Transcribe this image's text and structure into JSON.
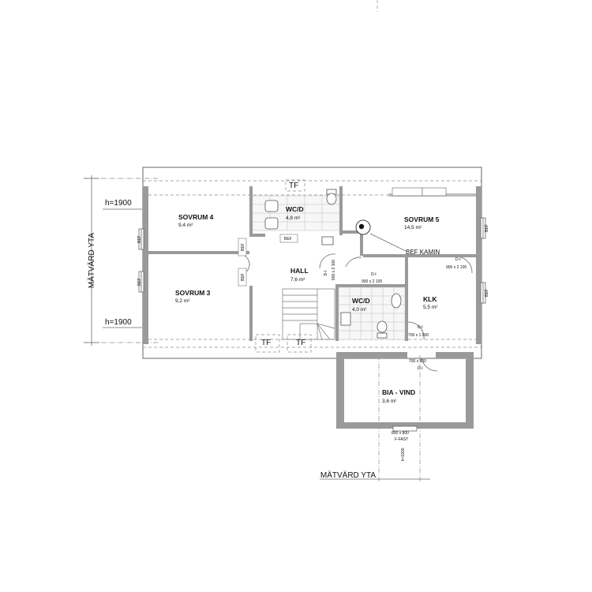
{
  "rooms": {
    "sovrum4": {
      "name": "SOVRUM 4",
      "area": "9,4 m²"
    },
    "wc_top": {
      "name": "WC/D",
      "area": "4,8 m²"
    },
    "sovrum5": {
      "name": "SOVRUM 5",
      "area": "14,5 m²"
    },
    "hall": {
      "name": "HALL",
      "area": "7,6 m²"
    },
    "sovrum3": {
      "name": "SOVRUM 3",
      "area": "9,2 m²"
    },
    "wc_mid": {
      "name": "WC/D",
      "area": "4,0 m²"
    },
    "klk": {
      "name": "KLK",
      "area": "5,5 m²"
    },
    "bia": {
      "name": "BIA - VIND",
      "area": "3,6 m²"
    }
  },
  "labels": {
    "tf": "TF",
    "bef": "BEF",
    "bef_kamin": "BEF KAMIN",
    "h1900": "h=1900",
    "h1900_short": "h=1900",
    "matvard_vertical": "MÄTVÄRD YTA",
    "matvard_bottom": "MÄTVÄRD YTA",
    "di": "D-I",
    "door_900x2100": "900 x 2 100",
    "door_700x800": "700 x 800",
    "door_700x1000": "700 x 1 000",
    "win_800x800": "800 x 800",
    "f_fast": "F-FAST"
  }
}
